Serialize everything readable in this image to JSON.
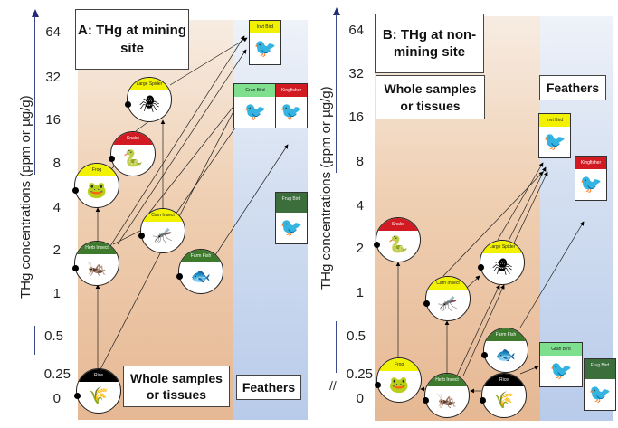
{
  "y_axis": {
    "label": "THg concentrations (ppm or µg/g)",
    "ticks": [
      "64",
      "32",
      "16",
      "8",
      "4",
      "2",
      "1",
      "0.5",
      "0.25",
      "0"
    ]
  },
  "panel_a": {
    "title": "A: THg at mining site",
    "region_labels": {
      "tissues": "Whole samples or tissues",
      "feathers": "Feathers"
    },
    "nodes": [
      {
        "id": "rice",
        "label": "Rice",
        "band": "black",
        "thg_ppm": 0.25
      },
      {
        "id": "herb_insect",
        "label": "Herb Insect",
        "band": "green",
        "thg_ppm": 2
      },
      {
        "id": "frog",
        "label": "Frog",
        "band": "yellow",
        "thg_ppm": 5.5
      },
      {
        "id": "snake",
        "label": "Snake",
        "band": "red",
        "thg_ppm": 10
      },
      {
        "id": "large_spider",
        "label": "Large Spider",
        "band": "yellow",
        "thg_ppm": 24
      },
      {
        "id": "carn_insect",
        "label": "Carn Insect",
        "band": "yellow",
        "thg_ppm": 2.4
      },
      {
        "id": "farm_fish",
        "label": "Farm Fish",
        "band": "green",
        "thg_ppm": 1.8
      }
    ],
    "feathers": [
      {
        "id": "invt_bird",
        "label": "Invt Bird",
        "band": "yellow",
        "thg_ppm": 60
      },
      {
        "id": "gran_bird",
        "label": "Gran Bird",
        "band": "lightgreen",
        "thg_ppm": 18
      },
      {
        "id": "kingfisher",
        "label": "Kingfisher",
        "band": "red",
        "thg_ppm": 17
      },
      {
        "id": "frug_bird",
        "label": "Frug Bird",
        "band": "darkgreen",
        "thg_ppm": 3
      }
    ]
  },
  "panel_b": {
    "title": "B: THg at non-mining site",
    "region_labels": {
      "tissues": "Whole samples or tissues",
      "feathers": "Feathers"
    },
    "nodes": [
      {
        "id": "frog",
        "label": "Frog",
        "band": "yellow",
        "thg_ppm": 0.25
      },
      {
        "id": "herb_insect",
        "label": "Herb Insect",
        "band": "green",
        "thg_ppm": 0.2
      },
      {
        "id": "rice",
        "label": "Rice",
        "band": "black",
        "thg_ppm": 0.2
      },
      {
        "id": "carn_insect",
        "label": "Carn Insect",
        "band": "yellow",
        "thg_ppm": 0.8
      },
      {
        "id": "farm_fish",
        "label": "Farm Fish",
        "band": "green",
        "thg_ppm": 0.45
      },
      {
        "id": "large_spider",
        "label": "Large Spider",
        "band": "yellow",
        "thg_ppm": 1.6
      },
      {
        "id": "snake",
        "label": "Snake",
        "band": "red",
        "thg_ppm": 2
      }
    ],
    "feathers": [
      {
        "id": "invt_bird",
        "label": "Invt Bird",
        "band": "yellow",
        "thg_ppm": 11
      },
      {
        "id": "kingfisher",
        "label": "Kingfisher",
        "band": "red",
        "thg_ppm": 6
      },
      {
        "id": "gran_bird",
        "label": "Gran Bird",
        "band": "lightgreen",
        "thg_ppm": 0.25
      },
      {
        "id": "frug_bird",
        "label": "Frug Bird",
        "band": "darkgreen",
        "thg_ppm": 0.2
      }
    ]
  },
  "colors": {
    "black": "#000000",
    "green": "#3d7a2c",
    "yellow": "#f2f200",
    "red": "#d21a22",
    "lightgreen": "#7ee08e",
    "darkgreen": "#3c6e3c",
    "axis": "#1f2a78"
  }
}
